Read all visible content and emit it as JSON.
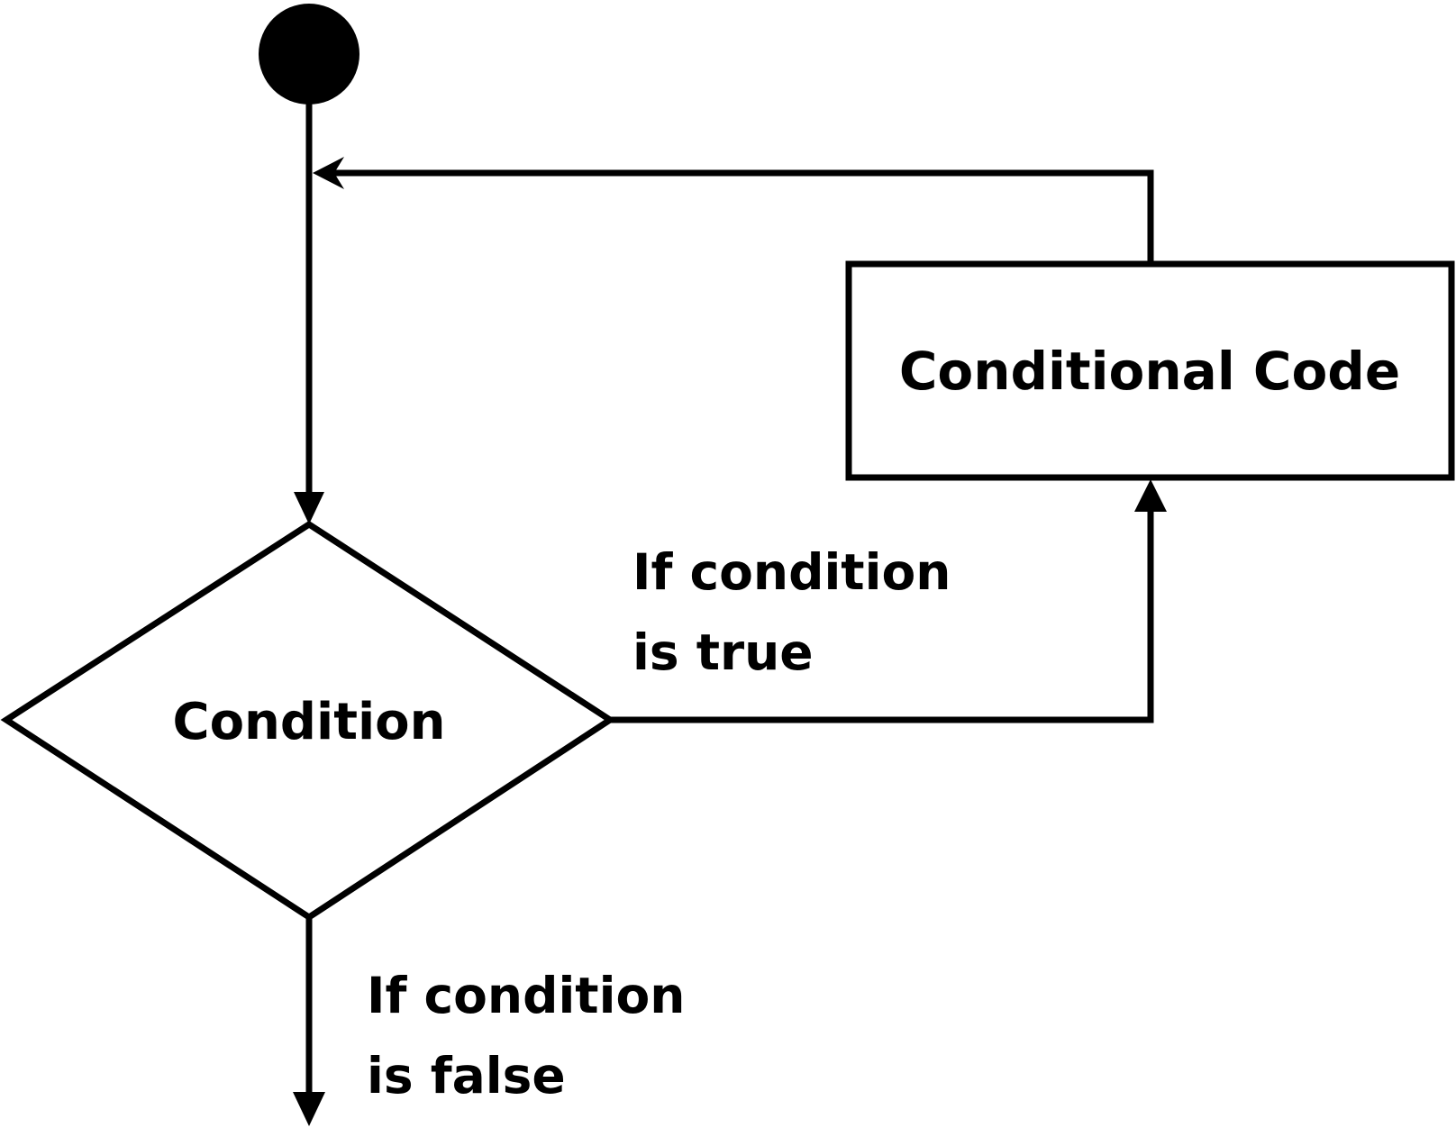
{
  "diagram": {
    "type": "flowchart",
    "nodes": {
      "start": {
        "shape": "filled-circle",
        "label": ""
      },
      "condition": {
        "shape": "diamond",
        "label": "Condition"
      },
      "conditional_code": {
        "shape": "rectangle",
        "label": "Conditional Code"
      }
    },
    "edges": {
      "true_branch": {
        "from": "condition",
        "to": "conditional_code",
        "label_line1": "If condition",
        "label_line2": "is true"
      },
      "false_branch": {
        "from": "condition",
        "to": "",
        "label_line1": "If condition",
        "label_line2": "is false"
      },
      "loop_back": {
        "from": "conditional_code",
        "to": "start-line",
        "label": ""
      },
      "start_to_condition": {
        "from": "start",
        "to": "condition",
        "label": ""
      }
    },
    "colors": {
      "stroke": "#000000",
      "background": "#ffffff"
    }
  }
}
